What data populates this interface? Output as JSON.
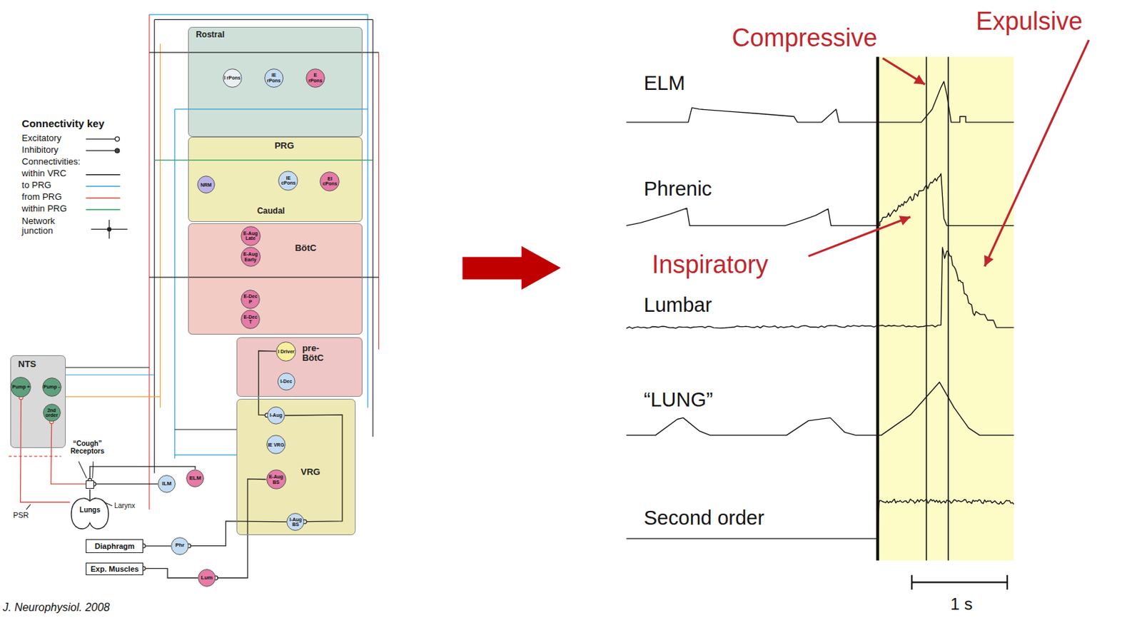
{
  "diagram": {
    "caption": "J. Neurophysiol. 2008",
    "nodes": [
      {
        "text": [
          "Rostral"
        ]
      },
      {
        "text": [
          "I rPons"
        ],
        "in": 0
      },
      {
        "text": [
          "IE rPons"
        ],
        "in": 0
      },
      {
        "text": [
          "E rPons"
        ],
        "in": 0
      },
      {
        "text": [
          "PRG",
          "Caudal"
        ]
      },
      {
        "text": [
          "NRM"
        ],
        "in": 4
      },
      {
        "text": [
          "IE cPons"
        ],
        "in": 4
      },
      {
        "text": [
          "EI cPons"
        ],
        "in": 4
      },
      {
        "text": [
          "BötC"
        ]
      },
      {
        "text": [
          "E-Aug Late"
        ],
        "in": 8
      },
      {
        "text": [
          "E-Aug Early"
        ],
        "in": 8
      },
      {
        "text": [
          "E-Dec P"
        ],
        "in": 8
      },
      {
        "text": [
          "E-Dec T"
        ],
        "in": 8
      },
      {
        "text": [
          "pre- BötC"
        ]
      },
      {
        "text": [
          "I Driver"
        ],
        "in": 13
      },
      {
        "text": [
          "I-Dec"
        ],
        "in": 13
      },
      {
        "text": [
          "VRG"
        ]
      },
      {
        "text": [
          "I-Aug"
        ],
        "in": 16
      },
      {
        "text": [
          "IE VRG"
        ],
        "in": 16
      },
      {
        "text": [
          "E-Aug BS"
        ],
        "in": 16
      },
      {
        "text": [
          "I-Aug BS"
        ],
        "in": 16
      },
      {
        "text": [
          "NTS"
        ]
      },
      {
        "text": [
          "Pump +"
        ],
        "in": 21
      },
      {
        "text": [
          "Pump -"
        ],
        "in": 21
      },
      {
        "text": [
          "2nd order"
        ],
        "in": 21
      },
      {
        "text": [
          "ILM"
        ]
      },
      {
        "text": [
          "ELM"
        ]
      },
      {
        "text": [
          "Larynx"
        ]
      },
      {
        "text": [
          "Lungs"
        ]
      },
      {
        "text": [
          "Diaphragm"
        ]
      },
      {
        "text": [
          "Phr"
        ]
      },
      {
        "text": [
          "Exp. Muscles"
        ]
      },
      {
        "text": [
          "Lum"
        ]
      }
    ],
    "edges": [
      {
        "from": 25,
        "to": 27,
        "arrow": "to"
      },
      {
        "from": 26,
        "to": 27,
        "arrow": "to"
      },
      {
        "from": 27,
        "to": 24,
        "arrow": "to"
      },
      {
        "from": 28,
        "to": 22,
        "arrow": "to"
      },
      {
        "from": 14,
        "to": 17,
        "arrow": "to"
      },
      {
        "from": 17,
        "to": 20,
        "arrow": "to"
      },
      {
        "from": 20,
        "to": 30,
        "arrow": "to"
      },
      {
        "from": 19,
        "to": 32,
        "arrow": "to"
      },
      {
        "from": 30,
        "to": 29,
        "arrow": "to"
      },
      {
        "from": 32,
        "to": 31,
        "arrow": "to"
      }
    ],
    "labels": [
      "Connectivity key",
      "Connectivities:",
      "“Cough” Receptors",
      "PSR",
      "ELM",
      "Phrenic",
      "Lumbar",
      "“LUNG”",
      "Second order",
      "Compressive",
      "Expulsive",
      "Inspiratory",
      "1 s"
    ],
    "legend": [
      {
        "text": "Excitatory"
      },
      {
        "text": "Inhibitory"
      },
      {
        "text": "within VRC"
      },
      {
        "text": "to PRG"
      },
      {
        "text": "from PRG"
      },
      {
        "text": "within PRG"
      },
      {
        "text": "Network junction"
      }
    ]
  }
}
